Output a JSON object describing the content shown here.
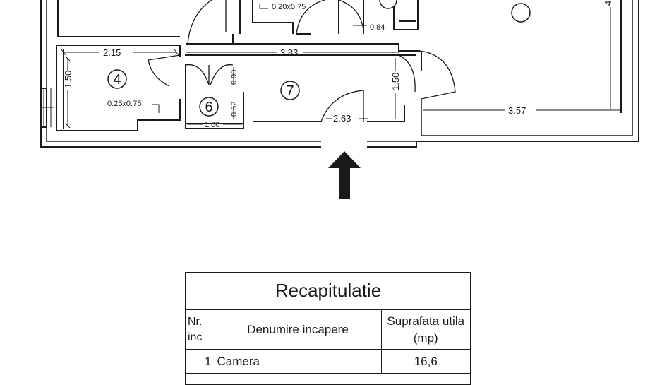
{
  "plan": {
    "rooms": [
      {
        "id": "room-4",
        "number": "4"
      },
      {
        "id": "room-6",
        "number": "6"
      },
      {
        "id": "room-7",
        "number": "7"
      },
      {
        "id": "room-partial-right",
        "number": ""
      },
      {
        "id": "room-partial-top",
        "number": ""
      }
    ],
    "dimensions": {
      "d_020x075": "0.20x0.75",
      "d_084": "0.84",
      "d_215": "2.15",
      "d_383": "3.83",
      "d_150_left": "1.50",
      "d_025x075": "0.25x0.75",
      "d_090": "0.90",
      "d_062": "0.62",
      "d_100": "1.00",
      "d_150_mid": "1.50",
      "d_263": "2.63",
      "d_357": "3.57",
      "d_right_partial": "4"
    }
  },
  "recap": {
    "title": "Recapitulatie",
    "headers": {
      "nr": "Nr. inc",
      "name": "Denumire incapere",
      "area": "Suprafata utila (mp)"
    },
    "rows": [
      {
        "nr": "1",
        "name": "Camera",
        "area": "16,6"
      }
    ]
  },
  "colors": {
    "ink": "#1a1a1a",
    "paper": "#ffffff"
  }
}
